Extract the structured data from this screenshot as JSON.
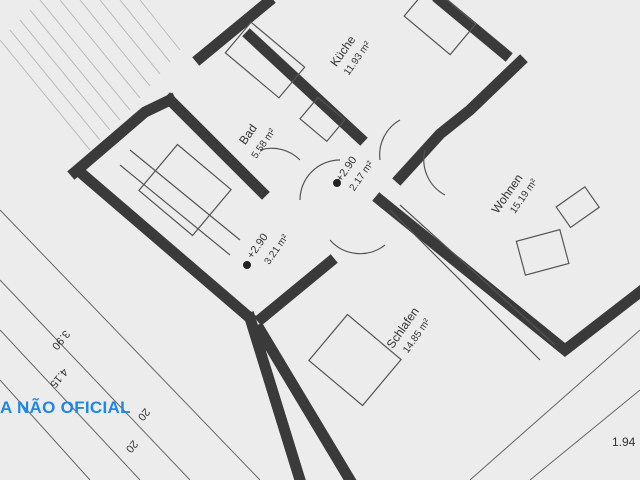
{
  "rooms": [
    {
      "name": "Küche",
      "area": "11.93 m²"
    },
    {
      "name": "Bad",
      "area": "5.58 m²"
    },
    {
      "name": "Wohnen",
      "area": "15.19 m²"
    },
    {
      "name": "Schlafen",
      "area": "14.85 m²"
    }
  ],
  "levels": [
    {
      "level": "+2.90",
      "area": "2.17 m²"
    },
    {
      "level": "+2.90",
      "area": "3.21 m²"
    }
  ],
  "dimensions": [
    "3.90",
    "4.15",
    "20",
    "20",
    "1.94"
  ],
  "watermark": "A NÃO OFICIAL",
  "colors": {
    "paper": "#ececec",
    "wall": "#3a3a3a",
    "watermark": "#1e88e5"
  }
}
